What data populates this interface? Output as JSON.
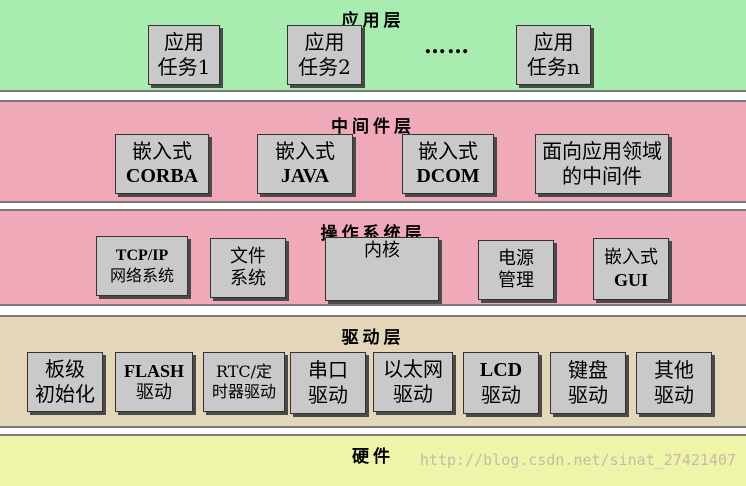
{
  "layers": {
    "app": {
      "title": "应用层",
      "color": "#a8ecaf",
      "boxes": [
        {
          "l1": "应用",
          "l2": "任务1"
        },
        {
          "l1": "应用",
          "l2": "任务2"
        },
        {
          "l1": "应用",
          "l2": "任务n"
        }
      ],
      "ellipsis": "……"
    },
    "middleware": {
      "title": "中间件层",
      "color": "#f0a9b8",
      "boxes": [
        {
          "l1": "嵌入式",
          "l2": "CORBA"
        },
        {
          "l1": "嵌入式",
          "l2": "JAVA"
        },
        {
          "l1": "嵌入式",
          "l2": "DCOM"
        },
        {
          "l1": "面向应用领域",
          "l2": "的中间件"
        }
      ]
    },
    "os": {
      "title": "操作系统层",
      "color": "#f0a9b8",
      "boxes": [
        {
          "l1": "TCP/IP",
          "l2": "网络系统"
        },
        {
          "l1": "文件",
          "l2": "系统"
        },
        {
          "l1": "内核",
          "l2": ""
        },
        {
          "l1": "电源",
          "l2": "管理"
        },
        {
          "l1": "嵌入式",
          "l2": "GUI"
        }
      ]
    },
    "driver": {
      "title": "驱动层",
      "color": "#e4d6b8",
      "boxes": [
        {
          "l1": "板级",
          "l2": "初始化"
        },
        {
          "l1": "FLASH",
          "l2": "驱动"
        },
        {
          "l1": "RTC/定",
          "l2": "时器驱动"
        },
        {
          "l1": "串口",
          "l2": "驱动"
        },
        {
          "l1": "以太网",
          "l2": "驱动"
        },
        {
          "l1": "LCD",
          "l2": "驱动"
        },
        {
          "l1": "键盘",
          "l2": "驱动"
        },
        {
          "l1": "其他",
          "l2": "驱动"
        }
      ]
    },
    "hardware": {
      "title": "硬件",
      "color": "#eef4a8"
    }
  },
  "watermark": "http://blog.csdn.net/sinat_27421407"
}
